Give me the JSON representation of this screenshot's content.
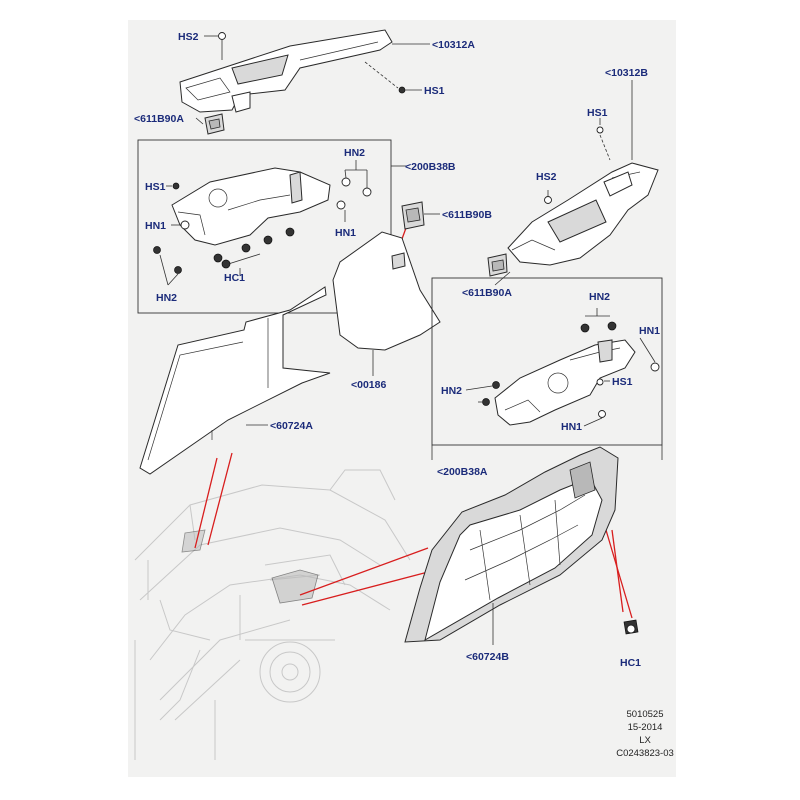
{
  "labels": {
    "hs2_top": "HS2",
    "p10312A": "<10312A",
    "hs1_top": "HS1",
    "p611B90A_top": "<611B90A",
    "p10312B": "<10312B",
    "hs1_right": "HS1",
    "hn2_left": "HN2",
    "p200B38B": "<200B38B",
    "hs1_left": "HS1",
    "hn1_left_a": "HN1",
    "hn1_left_b": "HN1",
    "hc1_left": "HC1",
    "hn2_left_bottom": "HN2",
    "hs2_right": "HS2",
    "p611B90B": "<611B90B",
    "p611B90A_right": "<611B90A",
    "hn2_right_top": "HN2",
    "hn1_right": "HN1",
    "p00186": "<00186",
    "hn2_right_mid": "HN2",
    "hs1_right_mid": "HS1",
    "hn1_right_bottom": "HN1",
    "p60724A": "<60724A",
    "p200B38A": "<200B38A",
    "p60724B": "<60724B",
    "hc1_right": "HC1"
  },
  "footer": {
    "line1": "5010525",
    "line2": "15-2014",
    "line3": "LX",
    "line4": "C0243823-03"
  },
  "colors": {
    "label_blue": "#1b2b7a",
    "callout_red": "#d81e1e",
    "panel_bg": "#f2f2f1"
  }
}
